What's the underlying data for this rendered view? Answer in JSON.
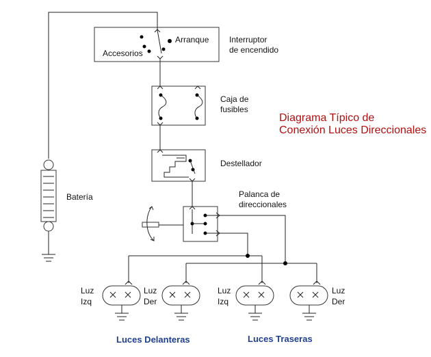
{
  "title": {
    "line1": "Diagrama Típico de",
    "line2": "Conexión Luces Direccionales",
    "color": "#b01010"
  },
  "components": {
    "ignition_switch": {
      "line1": "Interruptor",
      "line2": "de encendido",
      "pos_start": "Arranque",
      "pos_acc": "Accesorios"
    },
    "fuse_box": {
      "line1": "Caja de",
      "line2": "fusibles"
    },
    "flasher": {
      "label": "Destellador"
    },
    "turn_lever": {
      "line1": "Palanca de",
      "line2": "direccionales"
    },
    "battery": {
      "label": "Batería"
    }
  },
  "lamps": {
    "front_left": {
      "line1": "Luz",
      "line2": "Izq"
    },
    "front_right": {
      "line1": "Luz",
      "line2": "Der"
    },
    "rear_left": {
      "line1": "Luz",
      "line2": "Izq"
    },
    "rear_right": {
      "line1": "Luz",
      "line2": "Der"
    }
  },
  "groups": {
    "front": "Luces Delanteras",
    "rear": "Luces Traseras",
    "color": "#1f3f8f"
  }
}
